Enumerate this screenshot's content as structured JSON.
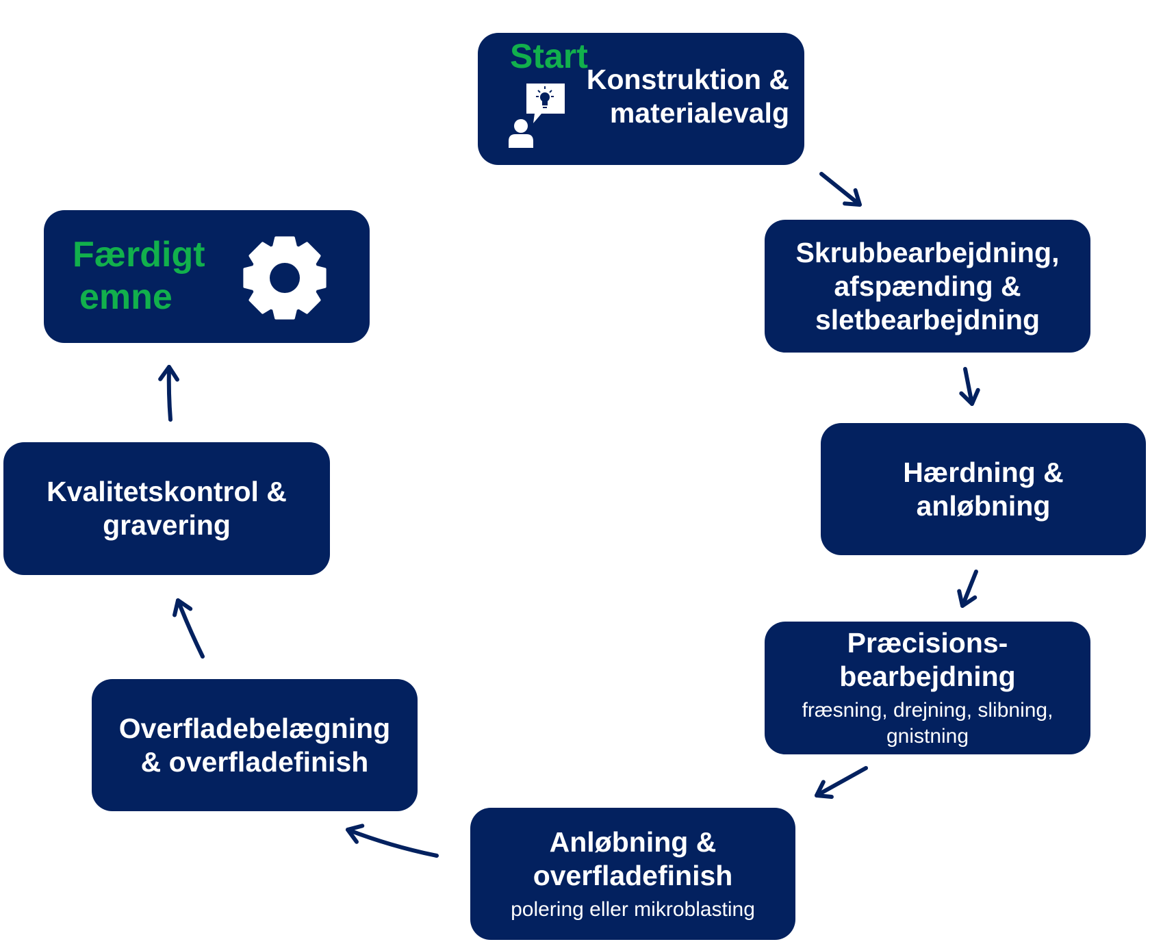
{
  "diagram": {
    "type": "process-cycle",
    "colors": {
      "box": "#03215f",
      "text": "#ffffff",
      "accent": "#12b04c",
      "arrow": "#03215f"
    },
    "start_label": "Start",
    "end_label": "Færdigt emne",
    "end_label_lines": [
      "Færdigt",
      "emne"
    ],
    "steps": [
      {
        "id": "konstruktion",
        "title": [
          "Konstruktion &",
          "materialevalg"
        ],
        "icon": "person-idea-icon"
      },
      {
        "id": "skrub",
        "title": [
          "Skrubbearbejdning,",
          "afspænding &",
          "sletbearbejdning"
        ]
      },
      {
        "id": "haerdning",
        "title": [
          "Hærdning &",
          "anløbning"
        ]
      },
      {
        "id": "praecision",
        "title": [
          "Præcisions-",
          "bearbejdning"
        ],
        "subtitle": [
          "fræsning, drejning, slibning,",
          "gnistning"
        ]
      },
      {
        "id": "anlobning",
        "title": [
          "Anløbning &",
          "overfladefinish"
        ],
        "subtitle": [
          "polering eller mikroblasting"
        ]
      },
      {
        "id": "overflade",
        "title": [
          "Overfladebelægning",
          "& overfladefinish"
        ]
      },
      {
        "id": "kvalitet",
        "title": [
          "Kvalitetskontrol &",
          "gravering"
        ]
      },
      {
        "id": "faerdigt",
        "title": [
          "Færdigt",
          "emne"
        ],
        "icon": "gear-icon"
      }
    ],
    "flow": [
      "konstruktion",
      "skrub",
      "haerdning",
      "praecision",
      "anlobning",
      "overflade",
      "kvalitet",
      "faerdigt"
    ]
  }
}
